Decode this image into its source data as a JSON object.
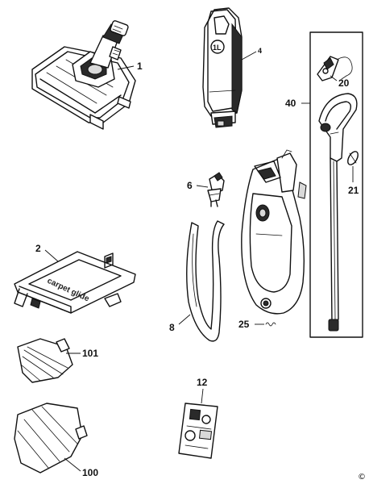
{
  "parts": [
    {
      "id": "p1",
      "number": "1",
      "icon": "mop-head-icon"
    },
    {
      "id": "p2",
      "number": "2",
      "icon": "pad-frame-icon"
    },
    {
      "id": "p4",
      "number": "4",
      "icon": "water-tank-icon"
    },
    {
      "id": "p6",
      "number": "6",
      "icon": "valve-icon"
    },
    {
      "id": "p8",
      "number": "8",
      "icon": "body-cover-icon"
    },
    {
      "id": "p12",
      "number": "12",
      "icon": "label-sheet-icon"
    },
    {
      "id": "p20",
      "number": "20",
      "icon": "cord-clip-icon"
    },
    {
      "id": "p21",
      "number": "21",
      "icon": "pin-icon"
    },
    {
      "id": "p25",
      "number": "25",
      "icon": "spring-icon"
    },
    {
      "id": "p40",
      "number": "40",
      "icon": "handle-assembly-icon"
    },
    {
      "id": "p100",
      "number": "100",
      "icon": "microfibre-pad-icon"
    },
    {
      "id": "p101",
      "number": "101",
      "icon": "carpet-glider-icon"
    }
  ],
  "frame_stamp": "carpet glide",
  "tank_badge": "1L",
  "copyright": "©"
}
